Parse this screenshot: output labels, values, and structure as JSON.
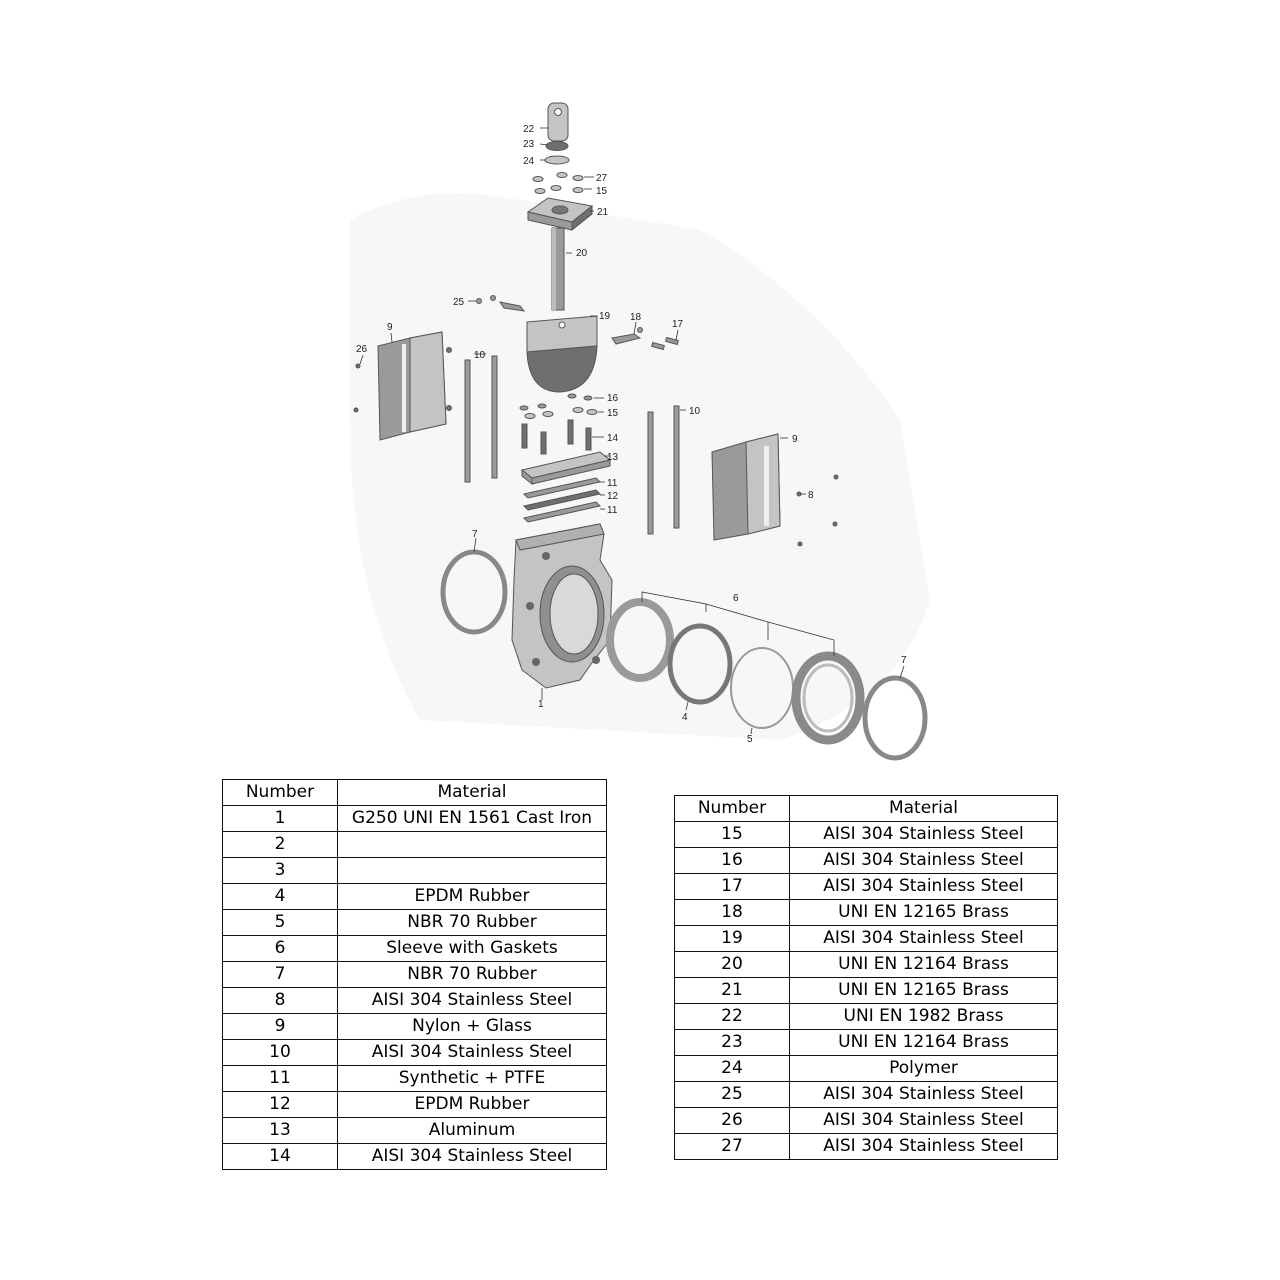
{
  "diagram": {
    "callouts": [
      "22",
      "23",
      "24",
      "27",
      "15",
      "21",
      "20",
      "25",
      "19",
      "18",
      "17",
      "9",
      "26",
      "10",
      "16",
      "15",
      "14",
      "13",
      "10",
      "9",
      "8",
      "11",
      "12",
      "11",
      "7",
      "6",
      "7",
      "1",
      "4",
      "5"
    ]
  },
  "table_left": {
    "headers": [
      "Number",
      "Material"
    ],
    "rows": [
      [
        "1",
        "G250 UNI EN 1561 Cast Iron"
      ],
      [
        "2",
        ""
      ],
      [
        "3",
        ""
      ],
      [
        "4",
        "EPDM Rubber"
      ],
      [
        "5",
        "NBR 70 Rubber"
      ],
      [
        "6",
        "Sleeve with Gaskets"
      ],
      [
        "7",
        "NBR 70 Rubber"
      ],
      [
        "8",
        "AISI 304 Stainless Steel"
      ],
      [
        "9",
        "Nylon + Glass"
      ],
      [
        "10",
        "AISI 304 Stainless Steel"
      ],
      [
        "11",
        "Synthetic + PTFE"
      ],
      [
        "12",
        "EPDM Rubber"
      ],
      [
        "13",
        "Aluminum"
      ],
      [
        "14",
        "AISI 304 Stainless Steel"
      ]
    ]
  },
  "table_right": {
    "headers": [
      "Number",
      "Material"
    ],
    "rows": [
      [
        "15",
        "AISI 304 Stainless Steel"
      ],
      [
        "16",
        "AISI 304 Stainless Steel"
      ],
      [
        "17",
        "AISI 304 Stainless Steel"
      ],
      [
        "18",
        "UNI EN 12165 Brass"
      ],
      [
        "19",
        "AISI 304 Stainless Steel"
      ],
      [
        "20",
        "UNI EN 12164 Brass"
      ],
      [
        "21",
        "UNI EN 12165 Brass"
      ],
      [
        "22",
        "UNI EN 1982 Brass"
      ],
      [
        "23",
        "UNI EN 12164 Brass"
      ],
      [
        "24",
        "Polymer"
      ],
      [
        "25",
        "AISI 304 Stainless Steel"
      ],
      [
        "26",
        "AISI 304 Stainless Steel"
      ],
      [
        "27",
        "AISI 304 Stainless Steel"
      ]
    ]
  }
}
